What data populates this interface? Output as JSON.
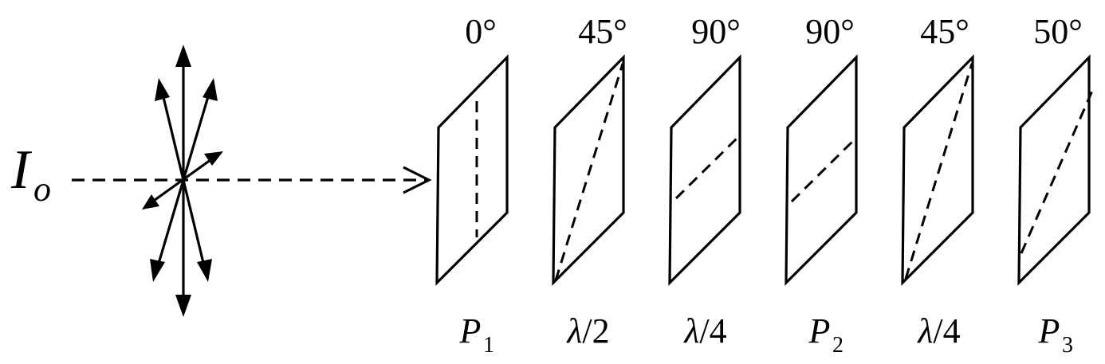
{
  "source": {
    "label": "I",
    "subscript": "o",
    "polarization": "unpolarized"
  },
  "elements": [
    {
      "angle": "0°",
      "name": "P",
      "subscript": "1",
      "italic": true,
      "kind": "polarizer"
    },
    {
      "angle": "45°",
      "name": "λ/2",
      "subscript": "",
      "italic": false,
      "kind": "half-wave-plate"
    },
    {
      "angle": "90°",
      "name": "λ/4",
      "subscript": "",
      "italic": false,
      "kind": "quarter-wave-plate"
    },
    {
      "angle": "90°",
      "name": "P",
      "subscript": "2",
      "italic": true,
      "kind": "polarizer"
    },
    {
      "angle": "45°",
      "name": "λ/4",
      "subscript": "",
      "italic": false,
      "kind": "quarter-wave-plate"
    },
    {
      "angle": "50°",
      "name": "P",
      "subscript": "3",
      "italic": true,
      "kind": "polarizer"
    }
  ],
  "colors": {
    "ink": "#000000",
    "background": "#ffffff"
  }
}
